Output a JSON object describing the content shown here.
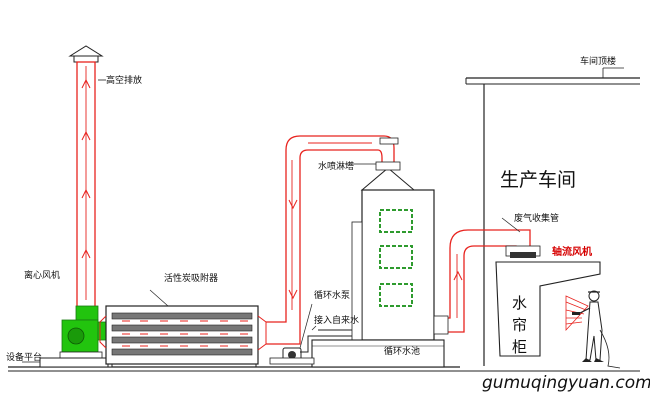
{
  "labels": {
    "roof": "车间顶楼",
    "exhaust": "高空排放",
    "workshop": "生产车间",
    "spray_tower": "水喷淋塔",
    "waste_gas_pipe": "废气收集管",
    "axial_fan": "轴流风机",
    "centrifugal_fan": "离心风机",
    "carbon_adsorber": "活性炭吸附器",
    "circ_pump": "循环水泵",
    "tap_water": "接入自来水",
    "circ_pool": "循环水池",
    "platform": "设备平台",
    "water_curtain": "水帘柜",
    "watermark": "gumuqingyuan.com"
  },
  "colors": {
    "duct": "#e8231e",
    "fan": "#22c40e",
    "panel": "#2e9b2e",
    "line": "#1a1a1a",
    "axial_text": "#d60000"
  }
}
